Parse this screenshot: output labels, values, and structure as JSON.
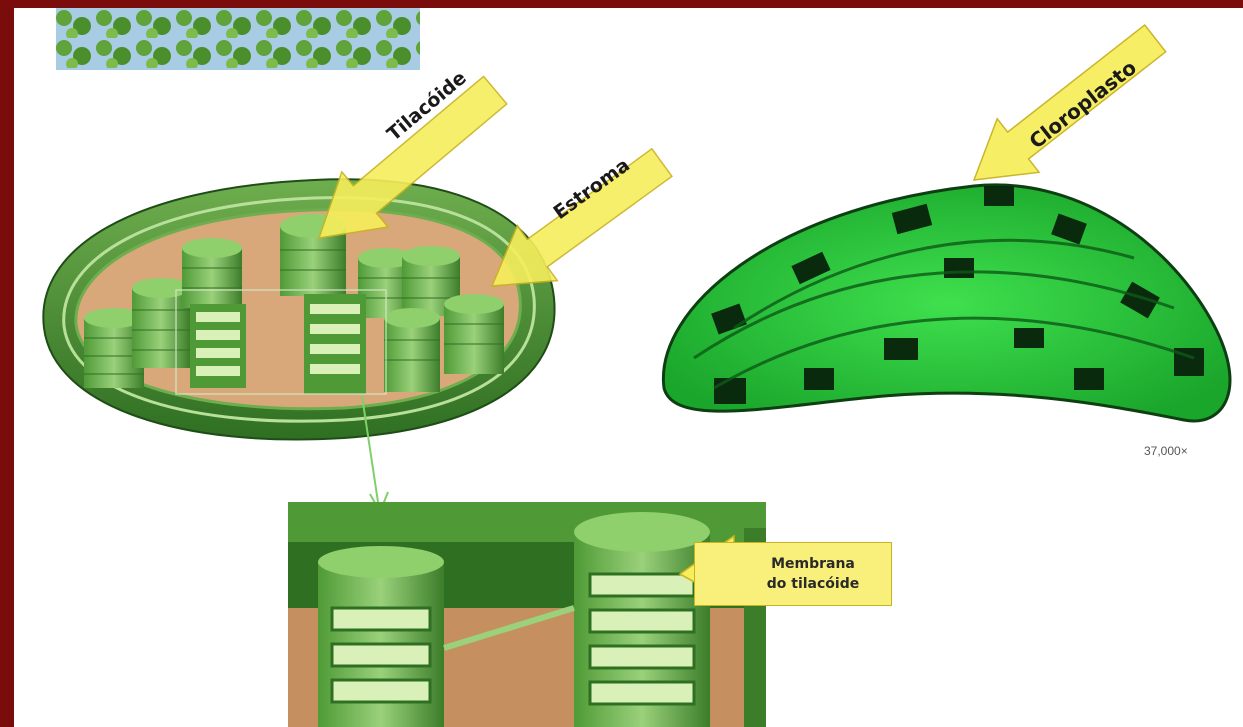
{
  "labels": {
    "tilacoide": "Tilacóide",
    "estroma": "Estroma",
    "cloroplasto": "Cloroplasto",
    "membrana_line1": "Membrana",
    "membrana_line2": "do tilacóide",
    "magnification": "37,000×"
  },
  "colors": {
    "frame": "#7a0c0c",
    "label_fill": "#f6ee5c",
    "chloroplast_green": "#3d8a2a",
    "micrograph_green": "#22c13a",
    "stroma": "#d9a87a"
  }
}
